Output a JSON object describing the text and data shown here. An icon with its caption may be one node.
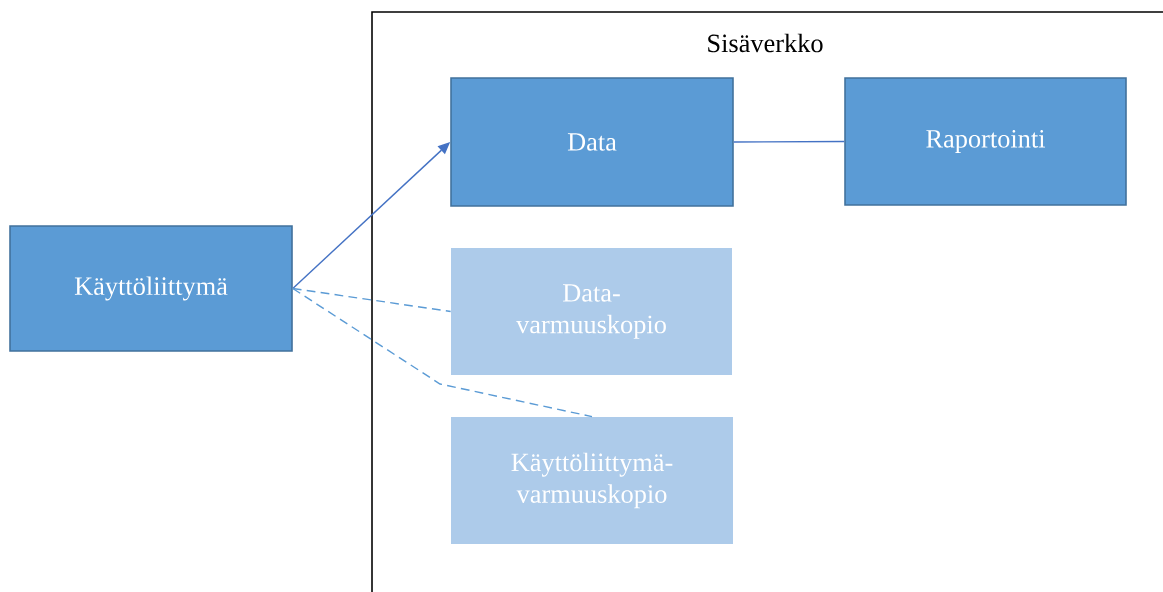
{
  "diagram": {
    "nodes": [
      {
        "text": [
          "Sisäverkko"
        ]
      },
      {
        "text": [
          "Data"
        ],
        "in": 0
      },
      {
        "text": [
          "Raportointi"
        ],
        "in": 0
      },
      {
        "text": [
          "Data- varmuuskopio"
        ],
        "in": 0
      },
      {
        "text": [
          "Käyttöliittymä- varmuuskopio"
        ],
        "in": 0
      },
      {
        "text": [
          "Käyttöliittymä"
        ]
      }
    ],
    "edges": [
      {
        "from": 5,
        "to": 1,
        "arrow": "to"
      },
      {
        "from": 1,
        "to": 2,
        "arrow": "none"
      },
      {
        "from": 5,
        "to": 3,
        "arrow": "none",
        "style": "dashed",
        "color": "#5b9bd5"
      },
      {
        "from": 5,
        "to": 4,
        "arrow": "none",
        "style": "dashed",
        "color": "#5b9bd5"
      }
    ]
  }
}
